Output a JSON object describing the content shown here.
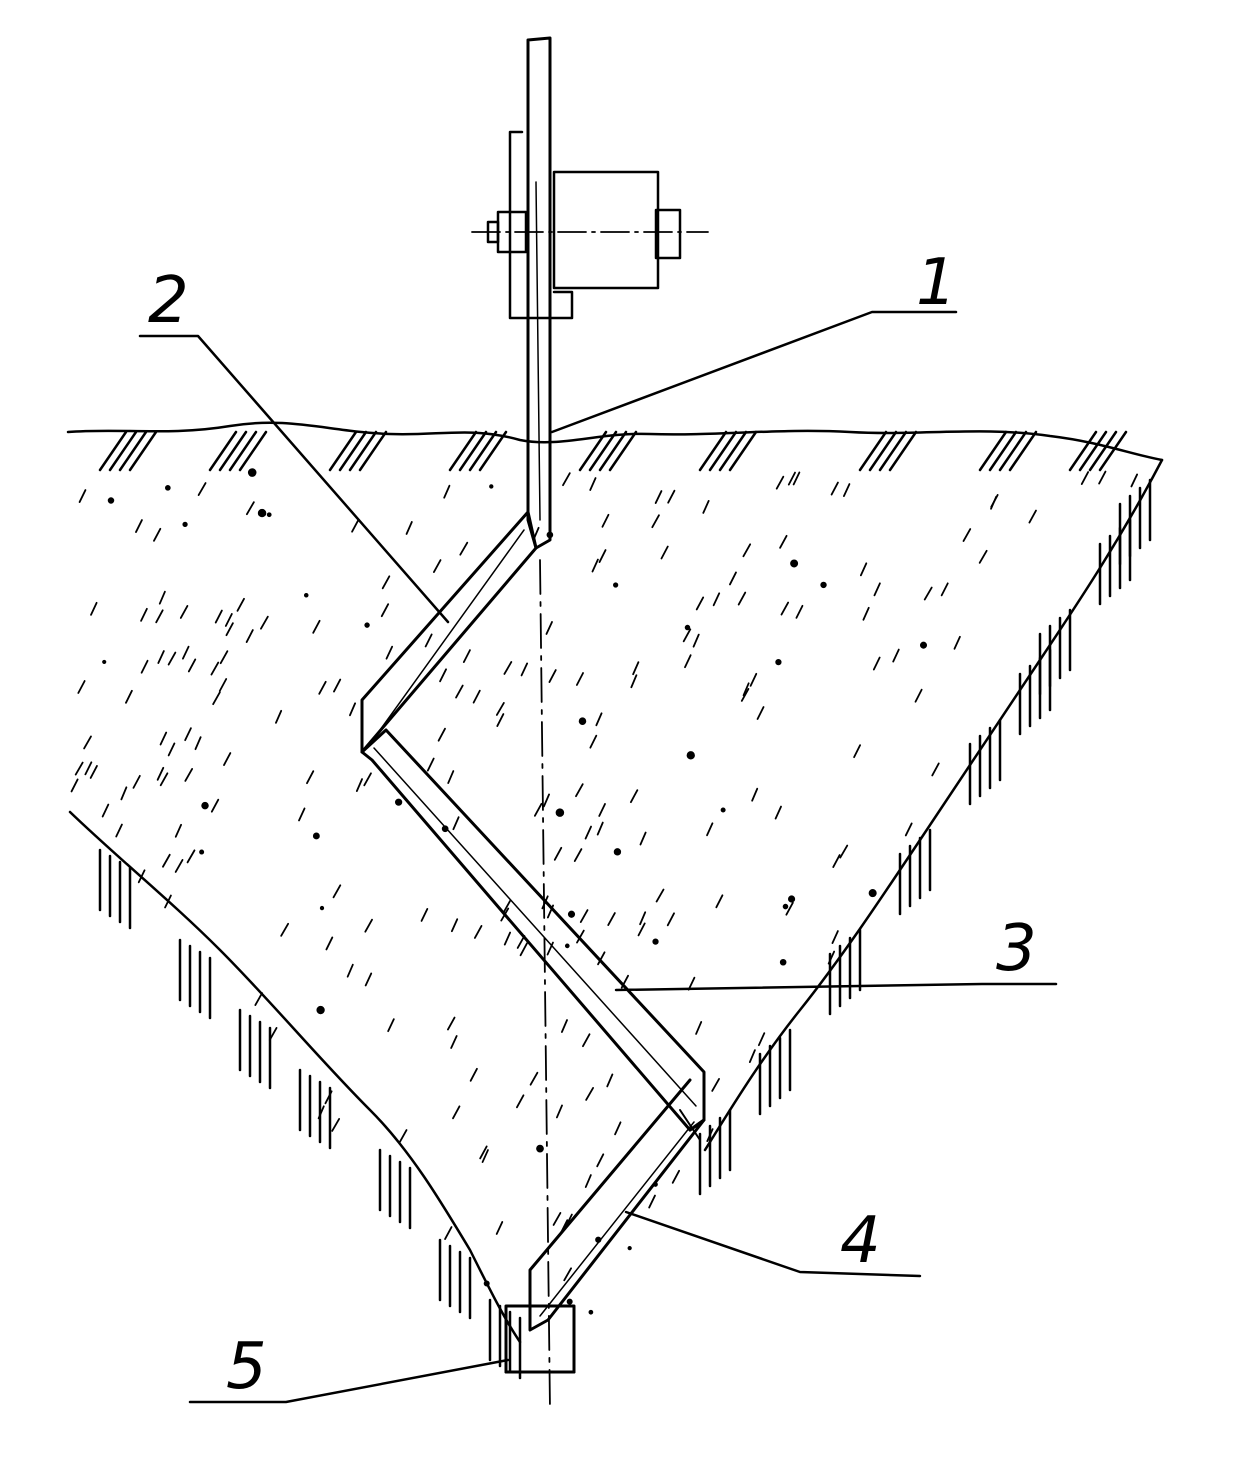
{
  "diagram": {
    "callouts": [
      {
        "id": "1",
        "label": "1",
        "part": "vertical-shank"
      },
      {
        "id": "2",
        "label": "2",
        "part": "upper-inclined-segment"
      },
      {
        "id": "3",
        "label": "3",
        "part": "middle-inclined-segment"
      },
      {
        "id": "4",
        "label": "4",
        "part": "lower-inclined-segment"
      },
      {
        "id": "5",
        "label": "5",
        "part": "tip-block"
      }
    ],
    "colors": {
      "ink": "#000000",
      "paper": "#ffffff"
    }
  }
}
